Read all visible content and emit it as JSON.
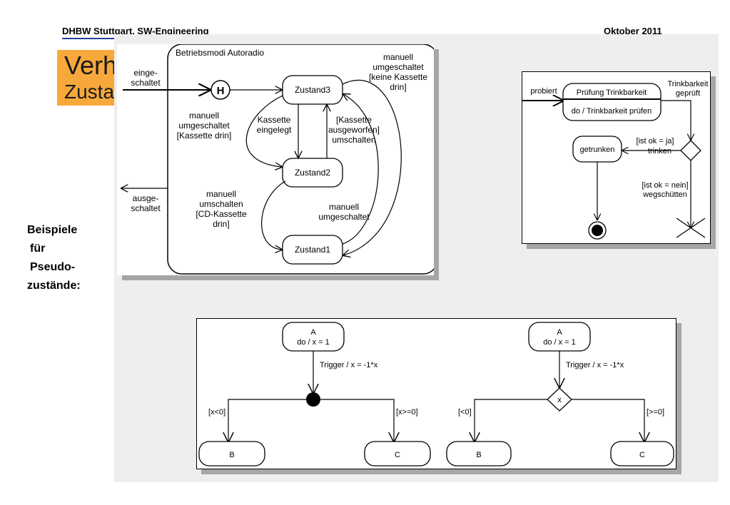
{
  "header": {
    "left": "DHBW Stuttgart, SW-Engineering",
    "right": "Oktober 2011"
  },
  "title": {
    "line1": "Verh",
    "line2": "Zusta"
  },
  "sidebar": {
    "line1": "Beispiele",
    "line2": "für",
    "line3": "Pseudo-",
    "line4": "zustände:"
  },
  "autoradio": {
    "region_title": "Betriebsmodi Autoradio",
    "history": "H",
    "entry_label_1": "einge-",
    "entry_label_2": "schaltet",
    "exit_label_1": "ausge-",
    "exit_label_2": "schaltet",
    "state3": "Zustand3",
    "state2": "Zustand2",
    "state1": "Zustand1",
    "t_manual_top_1": "manuell",
    "t_manual_top_2": "umgeschaltet",
    "t_manual_top_3": "[keine Kassette",
    "t_manual_top_4": "drin]",
    "t_manual_left_1": "manuell",
    "t_manual_left_2": "umgeschaltet",
    "t_manual_left_3": "[Kassette drin]",
    "t_inserted_1": "Kassette",
    "t_inserted_2": "eingelegt",
    "t_ejected_1": "[Kassette",
    "t_ejected_2": "ausgeworfen]",
    "t_ejected_3": "umschalten",
    "t_cd_1": "manuell",
    "t_cd_2": "umschalten",
    "t_cd_3": "[CD-Kassette",
    "t_cd_4": "drin]",
    "t_manual_right_1": "manuell",
    "t_manual_right_2": "umgeschaltet"
  },
  "trink": {
    "in_label": "probiert",
    "state_name": "Prüfung Trinkbarkeit",
    "state_activity": "do / Trinkbarkeit prüfen",
    "out_label_1": "Trinkbarkeit",
    "out_label_2": "geprüft",
    "guard_yes_1": "[ist  ok = ja]",
    "guard_yes_2": "trinken",
    "drunk_state": "getrunken",
    "guard_no_1": "[ist  ok = nein]",
    "guard_no_2": "wegschütten"
  },
  "choice_example": {
    "left": {
      "state_a_1": "A",
      "state_a_2": "do / x = 1",
      "trigger": "Trigger / x = -1*x",
      "guard_left": "[x<0]",
      "guard_right": "[x>=0]",
      "state_b": "B",
      "state_c": "C"
    },
    "right": {
      "state_a_1": "A",
      "state_a_2": "do / x = 1",
      "trigger": "Trigger / x = -1*x",
      "choice_var": "x",
      "guard_left": "[<0]",
      "guard_right": "[>=0]",
      "state_b": "B",
      "state_c": "C"
    }
  }
}
